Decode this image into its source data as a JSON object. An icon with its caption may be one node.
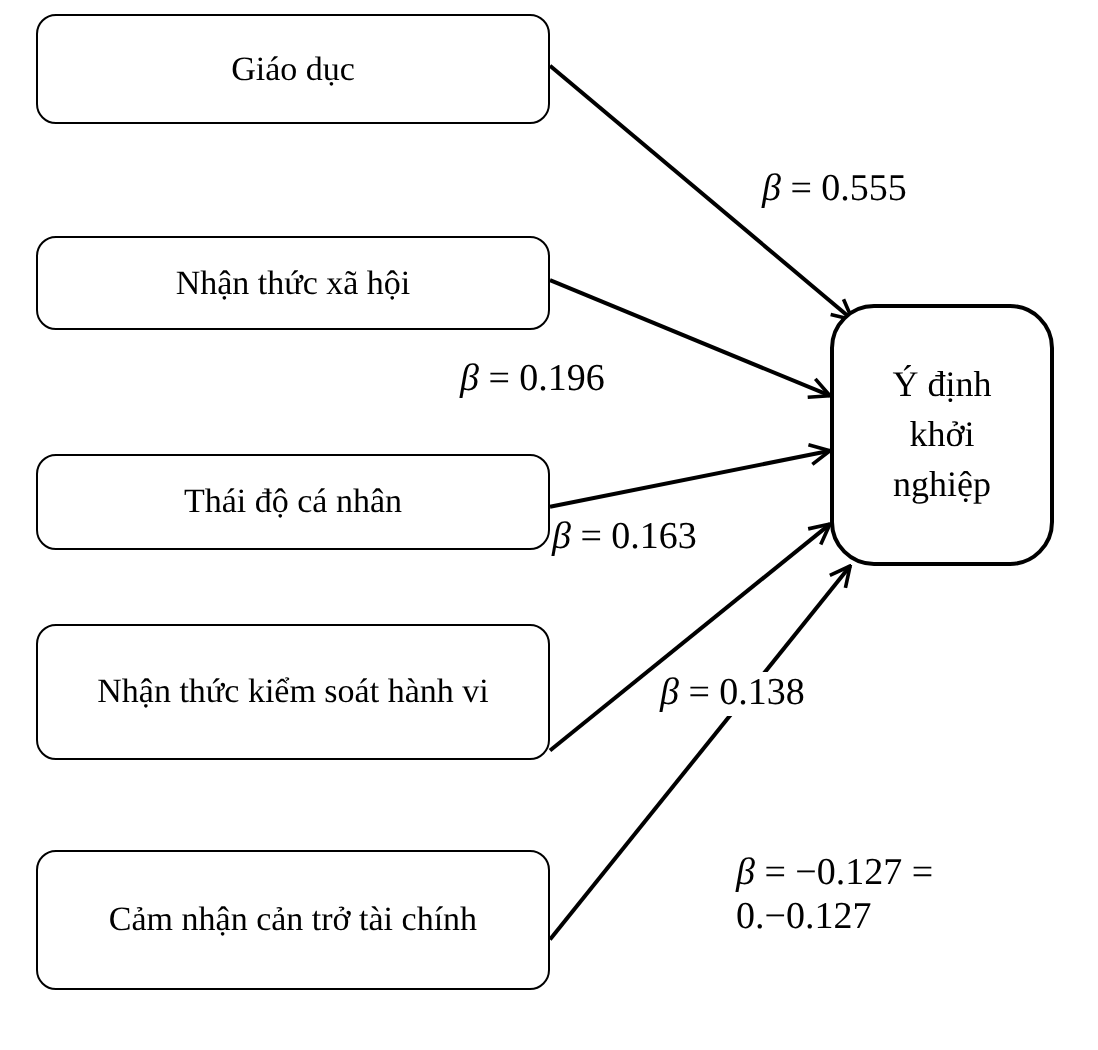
{
  "diagram": {
    "nodes": [
      {
        "text": [
          "Giáo dục"
        ]
      },
      {
        "text": [
          "Nhận thức xã hội"
        ]
      },
      {
        "text": [
          "Thái độ cá nhân"
        ]
      },
      {
        "text": [
          "Nhận thức kiểm soát hành vi"
        ]
      },
      {
        "text": [
          "Cảm nhận cản trở tài chính"
        ]
      },
      {
        "text": [
          "Ý định khởi nghiệp"
        ]
      }
    ],
    "edges": [
      {
        "from": 0,
        "to": 5,
        "arrow": "to",
        "label": "*β* = 0.555"
      },
      {
        "from": 1,
        "to": 5,
        "arrow": "to",
        "label": "*β* = 0.196"
      },
      {
        "from": 2,
        "to": 5,
        "arrow": "to",
        "label": "*β* = 0.163"
      },
      {
        "from": 3,
        "to": 5,
        "arrow": "to",
        "label": "*β* = 0.138"
      },
      {
        "from": 4,
        "to": 5,
        "arrow": "to",
        "label": "*β* = −0.127 = 0.−0.127"
      }
    ]
  }
}
